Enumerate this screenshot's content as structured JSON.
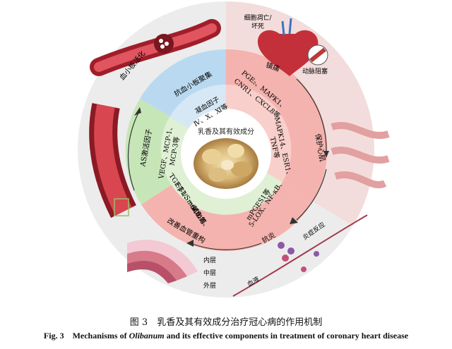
{
  "center": {
    "title": "乳香及其有效成分"
  },
  "sectors": {
    "top": {
      "title": "抗血小板聚集",
      "items": [
        "凝血因子",
        "Ⅳ、Ⅹ、Ⅺ等"
      ],
      "outer": "血小板活化"
    },
    "right": {
      "outer_top": "镇痛",
      "items_top": [
        "PGE₂、MAPK1、",
        "CNR1、CXCL8等"
      ],
      "title": "保护心肌",
      "items_mid": [
        "MAPK14、ESR1、",
        "TNF等"
      ],
      "items_low": [
        "5-LOX、NF-κB、",
        "mPGES1等"
      ],
      "outer_low": "抗炎"
    },
    "left": {
      "title": "AS激活因子",
      "items_top": [
        "VEGF、MCP-1、",
        "MCP-3等"
      ],
      "items_low": [
        "TGF-β1/Smad3、",
        "ET-1、一氧化氮、",
        "SOD等"
      ],
      "bottom": "改善血管重构"
    }
  },
  "labels": {
    "necrosis": [
      "细胞凋亡/",
      "坏死"
    ],
    "blockage": "动脉阻塞",
    "inflammation": "炎症反应",
    "blood": "血液",
    "layers": [
      "内层",
      "中层",
      "外层"
    ]
  },
  "caption": {
    "cn": "图 3　乳香及其有效成分治疗冠心病的作用机制",
    "en_pre": "Fig. 3　Mechanisms of ",
    "en_italic": "Olibanum",
    "en_post": " and its effective components in treatment of coronary heart disease"
  }
}
